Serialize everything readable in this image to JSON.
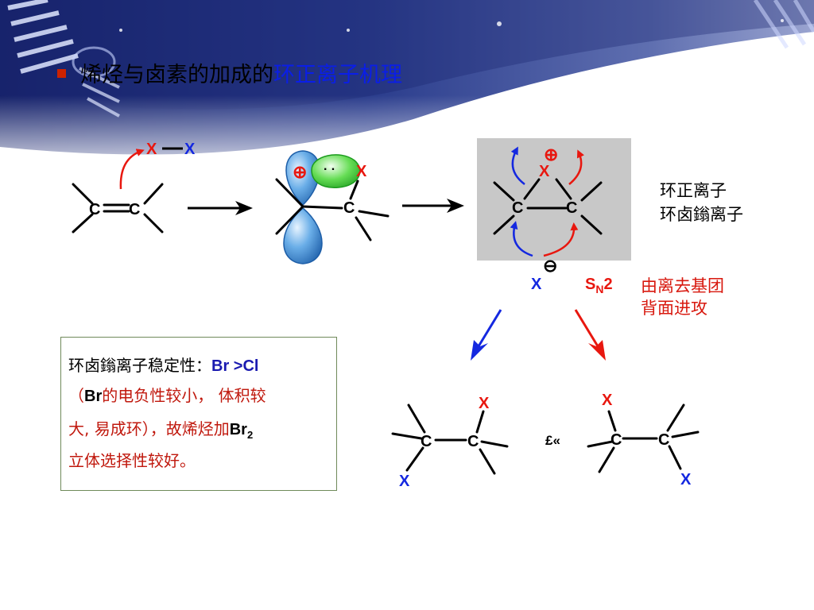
{
  "title": {
    "prefix": "烯烃与卤素的加成的",
    "highlight": "环正离子机理"
  },
  "atoms": {
    "c": "C",
    "x": "X",
    "plus": "⊕",
    "minus": "⊖",
    "lone_pair": "· ·"
  },
  "sn2": {
    "s": "S",
    "n": "N",
    "two": "2"
  },
  "labels": {
    "ion_line1": "环正离子",
    "ion_line2": "环卤鎓离子",
    "attack_line1": "由离去基团",
    "attack_line2": "背面进攻",
    "equiv_symbol": "£«"
  },
  "note": {
    "line1_text": "环卤鎓离子稳定性：",
    "line1_order": "Br >Cl",
    "line2_open": "（",
    "line2_br": "Br",
    "line2_text": "的电负性较小， 体积较",
    "line3_text": "大, 易成环），故烯烃加",
    "line3_br": "Br",
    "line3_sub": "2",
    "line4_text": "立体选择性较好。"
  },
  "colors": {
    "red": "#e8170f",
    "blue": "#1428e0",
    "highlight": "#0a1ee8",
    "box_border": "#6f8a5a",
    "ion_box_fill": "#c8c8c8",
    "header_navy": "#1c2a78"
  }
}
